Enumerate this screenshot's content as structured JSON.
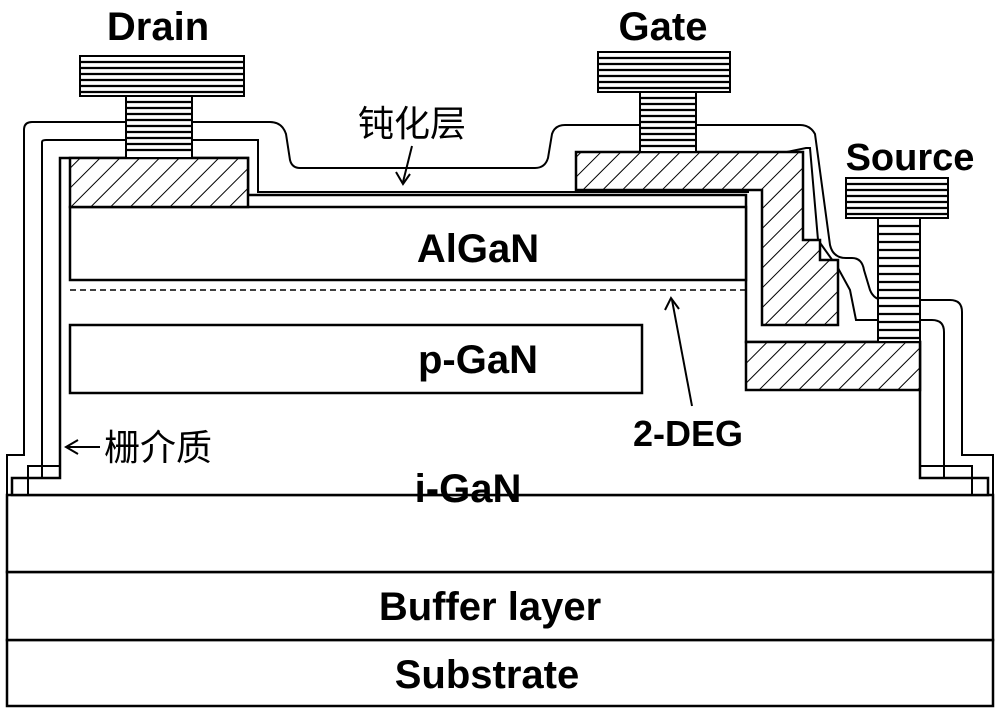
{
  "electrodes": {
    "drain": "Drain",
    "gate": "Gate",
    "source": "Source"
  },
  "layers": {
    "algan": "AlGaN",
    "pgan": "p-GaN",
    "igan": "i-GaN",
    "buffer": "Buffer layer",
    "substrate": "Substrate"
  },
  "annotations": {
    "passivation": "钝化层",
    "gate_dielectric": "栅介质",
    "two_deg": "2-DEG"
  }
}
